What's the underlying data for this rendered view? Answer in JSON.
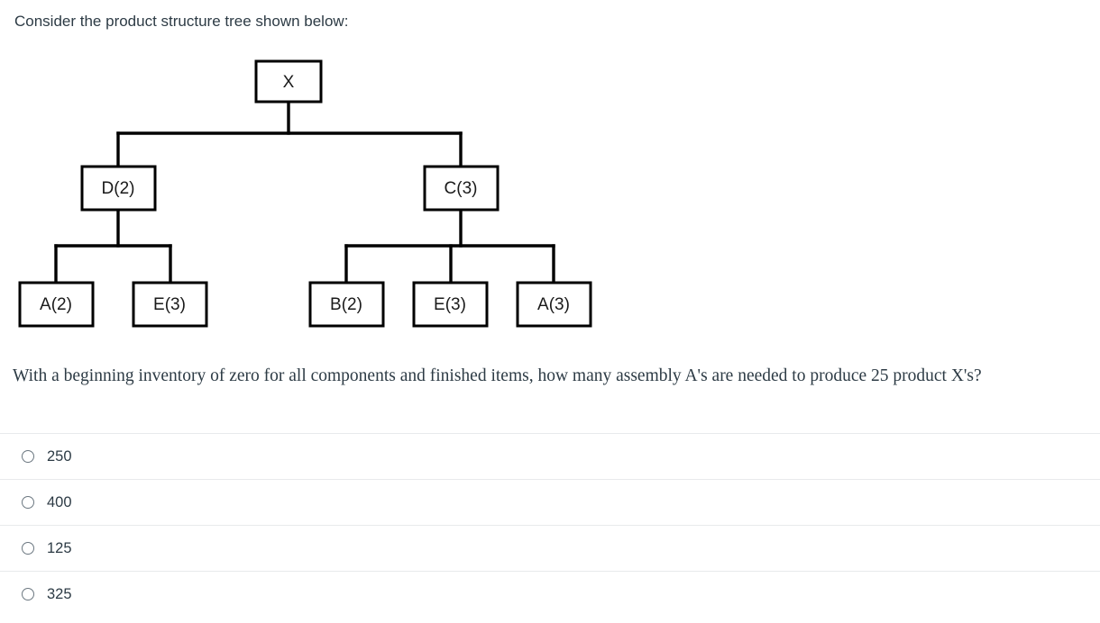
{
  "intro": {
    "text": "Consider the product structure tree shown below:"
  },
  "tree": {
    "title": "product-structure-tree",
    "root": {
      "label": "X"
    },
    "level2": [
      {
        "label": "D(2)"
      },
      {
        "label": "C(3)"
      }
    ],
    "level3_left": [
      {
        "label": "A(2)"
      },
      {
        "label": "E(3)"
      }
    ],
    "level3_right": [
      {
        "label": "B(2)"
      },
      {
        "label": "E(3)"
      },
      {
        "label": "A(3)"
      }
    ]
  },
  "question": {
    "text": "With a beginning inventory of zero for all components and finished items, how many assembly A's are needed to produce 25 product X's?"
  },
  "options": [
    {
      "label": "250",
      "selected": false
    },
    {
      "label": "400",
      "selected": false
    },
    {
      "label": "125",
      "selected": false
    },
    {
      "label": "325",
      "selected": false
    }
  ],
  "colors": {
    "text": "#2d3b45",
    "line": "#000000",
    "divider": "#e8eaec",
    "radio_border": "#6b7780"
  }
}
